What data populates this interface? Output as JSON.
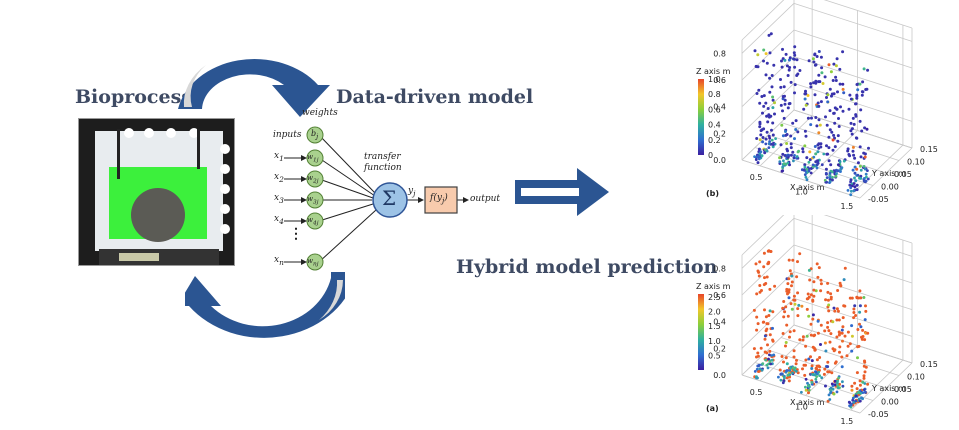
{
  "headings": {
    "bioprocess": "Bioprocess",
    "data_driven_model": "Data-driven model",
    "hybrid_prediction": "Hybrid model prediction"
  },
  "neural_network": {
    "weights_label": "weights",
    "inputs_label": "inputs",
    "transfer_label_1": "transfer",
    "transfer_label_2": "function",
    "bias": "b",
    "bias_sub": "j",
    "inputs": [
      {
        "x": "x",
        "sub": "1",
        "w": "w",
        "wsub": "1j"
      },
      {
        "x": "x",
        "sub": "2",
        "w": "w",
        "wsub": "2j"
      },
      {
        "x": "x",
        "sub": "3",
        "w": "w",
        "wsub": "3j"
      },
      {
        "x": "x",
        "sub": "4",
        "w": "w",
        "wsub": "4j"
      },
      {
        "x": "x",
        "sub": "n",
        "w": "w",
        "wsub": "nj"
      }
    ],
    "ellipsis": "⋮",
    "sum_symbol": "Σ",
    "yj": "y",
    "yj_sub": "j",
    "activation": "f(y",
    "activation_sub": "j",
    "activation_close": ")",
    "output_label": "output"
  },
  "colors": {
    "arrow_blue": "#2b5592",
    "heading": "#3e4a63",
    "node_green": "#a9d18e",
    "sum_blue": "#9dc3e6",
    "activation_orange": "#f8cbad",
    "photo_green": "#3cf03c"
  },
  "chart_data": [
    {
      "type": "scatter",
      "panel_label": "(b)",
      "title": "",
      "xlabel": "X axis m",
      "ylabel": "Y axis m",
      "zlabel": "Z axis m",
      "x_ticks": [
        "0.5",
        "1.0",
        "1.5"
      ],
      "y_ticks": [
        "-0.05",
        "0.00",
        "0.05",
        "0.10",
        "0.15"
      ],
      "z_ticks": [
        "0.0",
        "0.2",
        "0.4",
        "0.6",
        "0.8"
      ],
      "xlim": [
        0.3,
        1.6
      ],
      "ylim": [
        -0.05,
        0.15
      ],
      "zlim": [
        0.0,
        0.9
      ],
      "colorbar": {
        "ticks": [
          "0",
          "0.2",
          "0.4",
          "0.6",
          "0.8",
          "1.0"
        ],
        "range": [
          0,
          1.0
        ],
        "colormap": [
          "#3b1fa0",
          "#2f6fd0",
          "#2fb0a0",
          "#8ccf3a",
          "#f2c62a",
          "#e8452a"
        ]
      },
      "columns_x": [
        0.45,
        0.72,
        0.98,
        1.22,
        1.48
      ],
      "dominant_color_value": 0.05,
      "grid": true
    },
    {
      "type": "scatter",
      "panel_label": "(a)",
      "title": "",
      "xlabel": "X axis m",
      "ylabel": "Y axis m",
      "zlabel": "Z axis m",
      "x_ticks": [
        "0.5",
        "1.0",
        "1.5"
      ],
      "y_ticks": [
        "-0.05",
        "0.00",
        "0.05",
        "0.10",
        "0.15"
      ],
      "z_ticks": [
        "0.0",
        "0.2",
        "0.4",
        "0.6",
        "0.8"
      ],
      "xlim": [
        0.3,
        1.6
      ],
      "ylim": [
        -0.05,
        0.15
      ],
      "zlim": [
        0.0,
        0.9
      ],
      "colorbar": {
        "ticks": [
          "0.5",
          "1.0",
          "1.5",
          "2.0",
          "2.5"
        ],
        "range": [
          0,
          2.6
        ],
        "colormap": [
          "#3b1fa0",
          "#2f6fd0",
          "#2fb0a0",
          "#8ccf3a",
          "#f2c62a",
          "#e8452a"
        ]
      },
      "columns_x": [
        0.45,
        0.72,
        0.98,
        1.22,
        1.48
      ],
      "dominant_color_value": 2.5,
      "grid": true
    }
  ]
}
